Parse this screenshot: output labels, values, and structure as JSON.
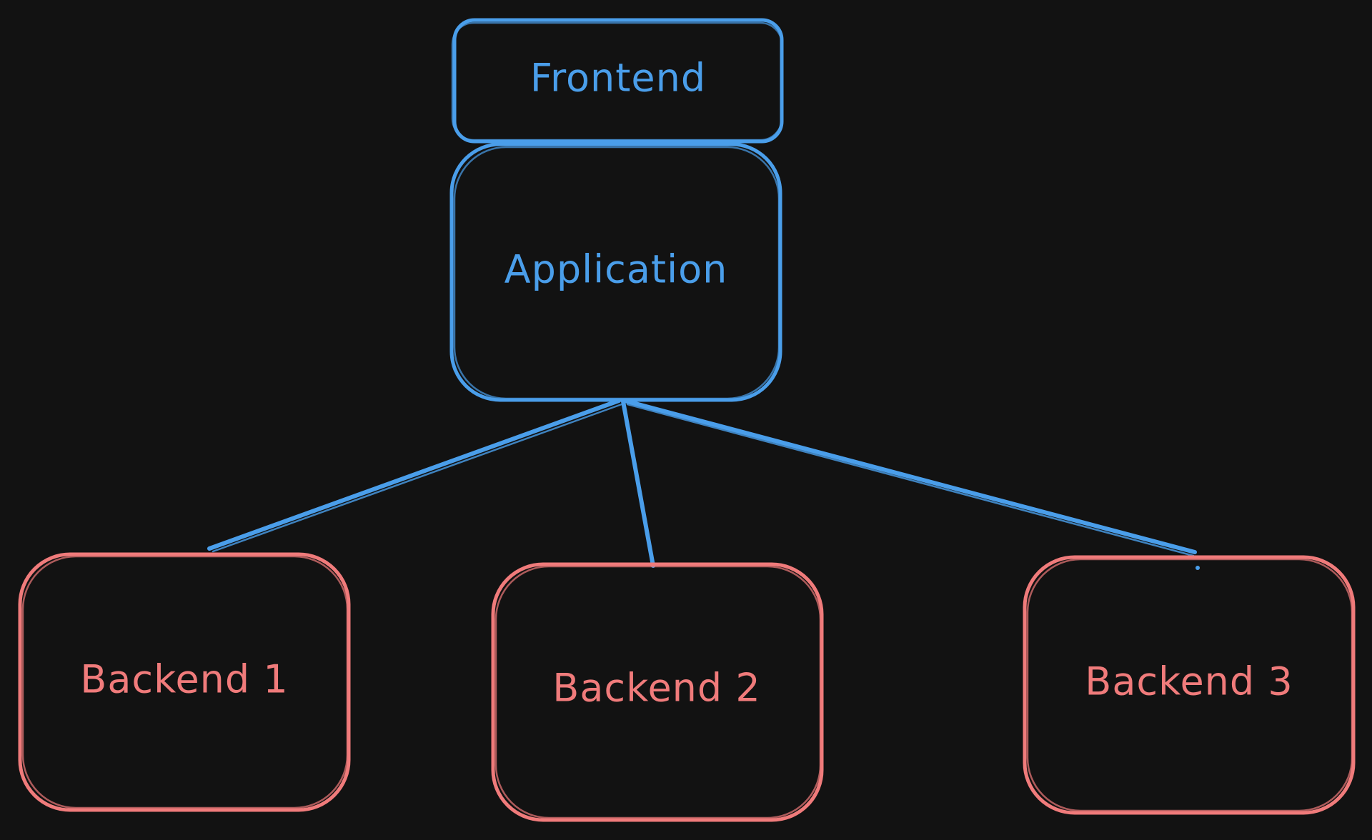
{
  "colors": {
    "background": "#121212",
    "frontend_stroke": "#4a9eea",
    "backend_stroke": "#f07b7b"
  },
  "nodes": {
    "frontend": {
      "label": "Frontend"
    },
    "application": {
      "label": "Application"
    },
    "backend_1": {
      "label": "Backend 1"
    },
    "backend_2": {
      "label": "Backend 2"
    },
    "backend_3": {
      "label": "Backend 3"
    }
  },
  "edges": [
    {
      "from": "application",
      "to": "backend_1"
    },
    {
      "from": "application",
      "to": "backend_2"
    },
    {
      "from": "application",
      "to": "backend_3"
    }
  ]
}
